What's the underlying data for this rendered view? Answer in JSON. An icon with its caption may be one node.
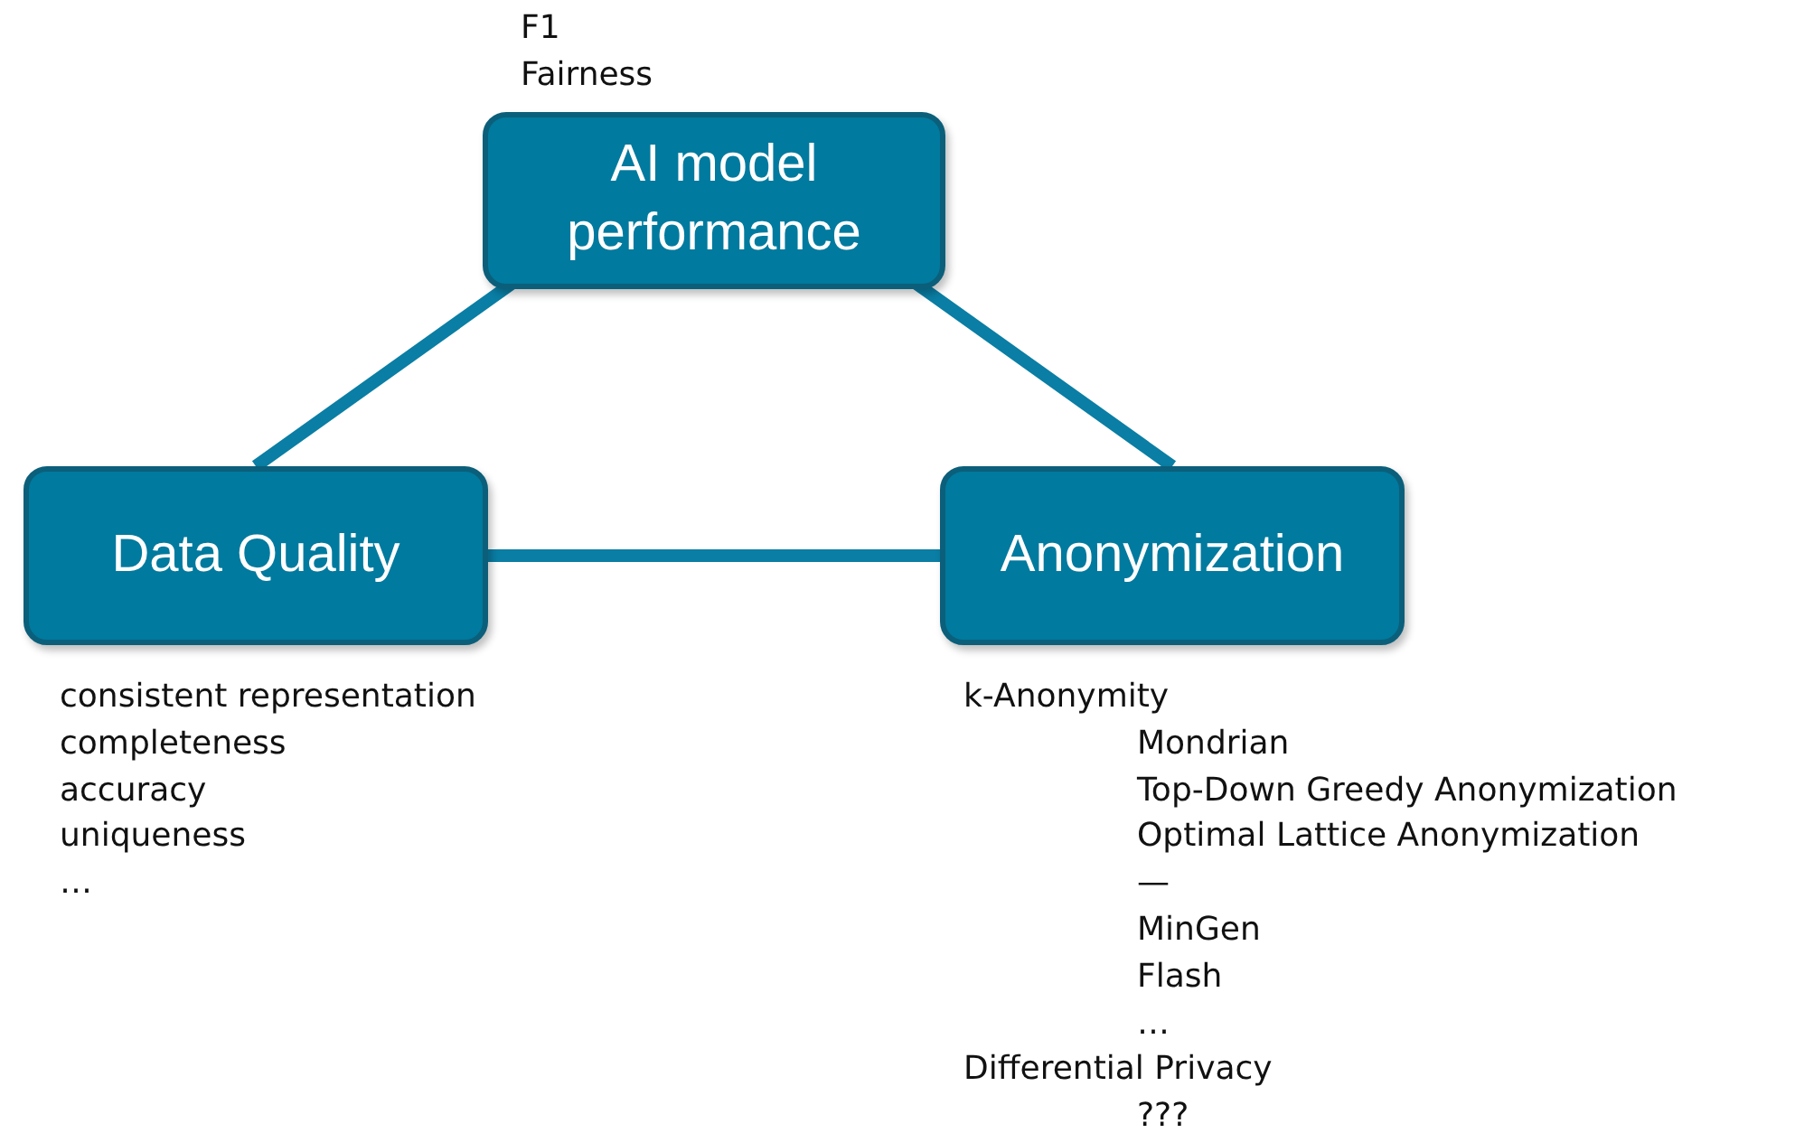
{
  "diagram": {
    "nodes": [
      {
        "text": [
          "AI model performance"
        ],
        "beside": [
          "F1",
          "Fairness"
        ]
      },
      {
        "text": [
          "Data Quality"
        ],
        "beside": [
          "consistent representation",
          "completeness",
          "accuracy",
          "uniqueness",
          "…"
        ]
      },
      {
        "text": [
          "Anonymization"
        ],
        "beside": [
          "k-Anonymity",
          "Mondrian",
          "Top-Down Greedy Anonymization",
          "Optimal Lattice Anonymization",
          "—",
          "MinGen",
          "Flash",
          "…",
          "Differential Privacy",
          "???"
        ]
      }
    ],
    "edges": [
      {
        "from": 0,
        "to": 1,
        "arrow": "none"
      },
      {
        "from": 0,
        "to": 2,
        "arrow": "none"
      },
      {
        "from": 1,
        "to": 2,
        "arrow": "none"
      }
    ]
  }
}
